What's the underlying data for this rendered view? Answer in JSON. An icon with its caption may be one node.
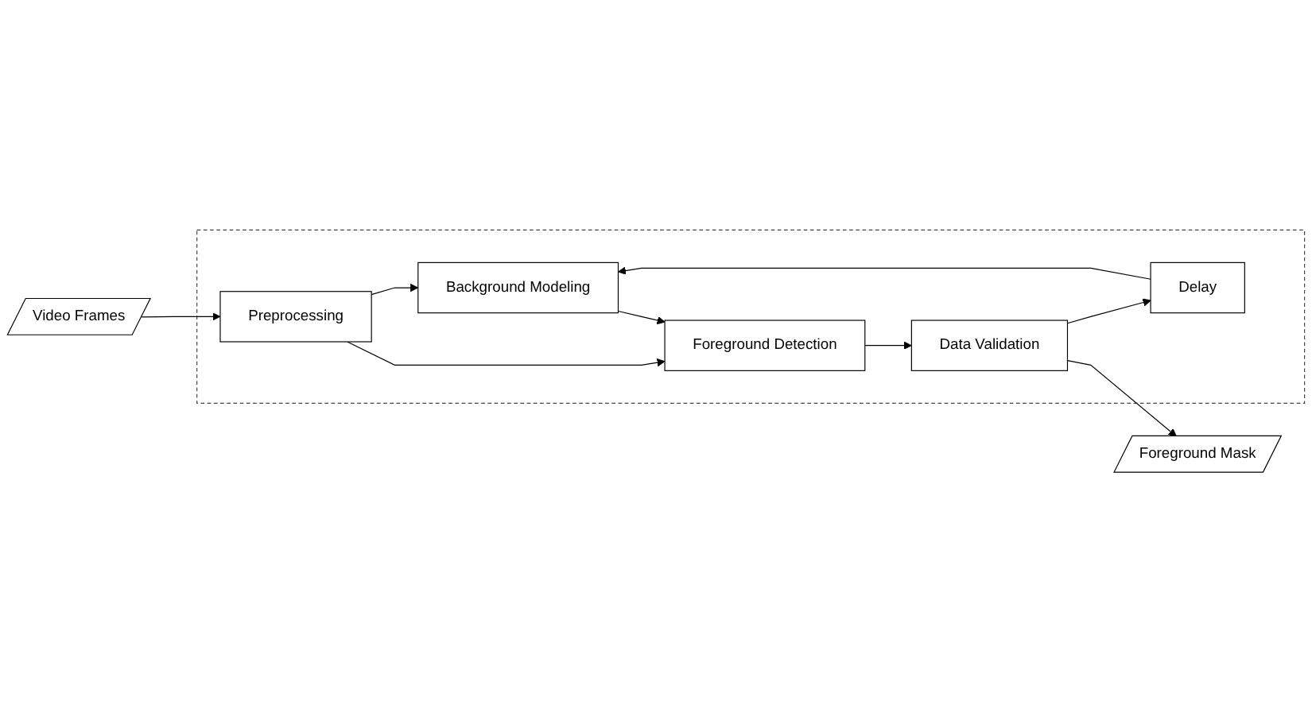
{
  "diagram": {
    "nodes": [
      {
        "text": [
          "Video Frames"
        ]
      },
      {
        "text": [
          "Foreground Mask"
        ]
      },
      {
        "text": [],
        "shape": "box"
      },
      {
        "text": [
          "Preprocessing"
        ],
        "in": 2
      },
      {
        "text": [
          "Background Modeling"
        ],
        "in": 2
      },
      {
        "text": [
          "Foreground Detection"
        ],
        "in": 2
      },
      {
        "text": [
          "Data Validation"
        ],
        "in": 2
      },
      {
        "text": [
          "Delay"
        ],
        "in": 2
      }
    ],
    "edges": [
      {
        "from": 0,
        "to": 3,
        "arrow": "to"
      },
      {
        "from": 3,
        "to": 4,
        "arrow": "to"
      },
      {
        "from": 3,
        "to": 5,
        "arrow": "to"
      },
      {
        "from": 4,
        "to": 5,
        "arrow": "to"
      },
      {
        "from": 5,
        "to": 6,
        "arrow": "to"
      },
      {
        "from": 6,
        "to": 1,
        "arrow": "to"
      },
      {
        "from": 6,
        "to": 7,
        "arrow": "to"
      },
      {
        "from": 7,
        "to": 4,
        "arrow": "to"
      }
    ]
  }
}
